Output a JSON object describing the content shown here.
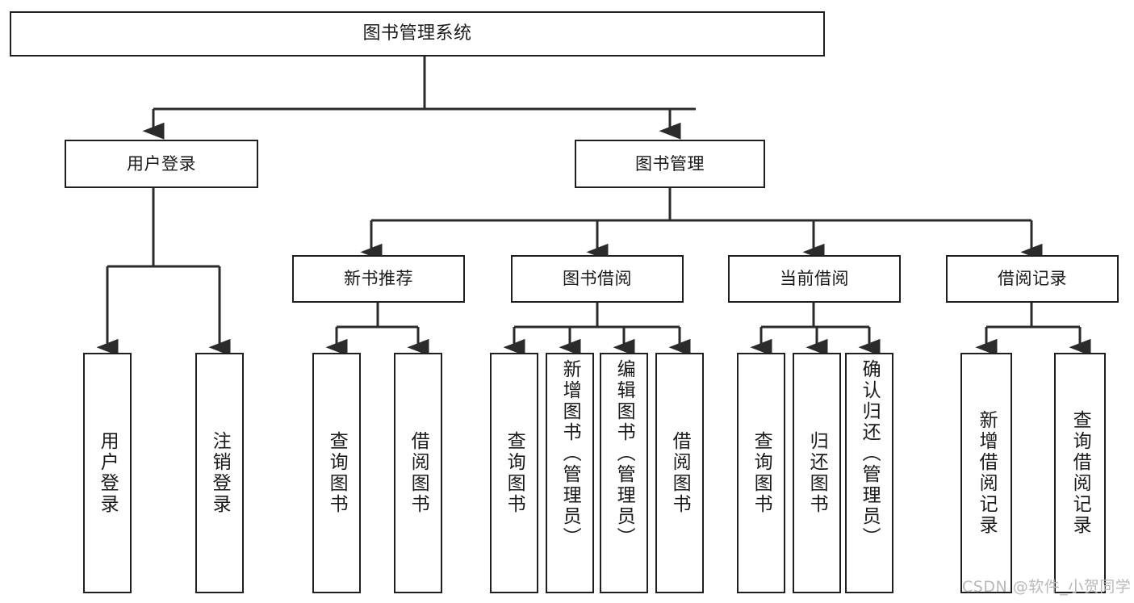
{
  "diagram": {
    "title": "图书管理系统",
    "type": "functional-hierarchy-tree",
    "stroke_color": "#1f1f1f",
    "fill_color": "#ffffff",
    "watermark": "CSDN @软件_小贺同学"
  },
  "nodes": {
    "root": {
      "label": "图书管理系统"
    },
    "level2": [
      {
        "id": "user-login",
        "label": "用户登录"
      },
      {
        "id": "book-management",
        "label": "图书管理"
      }
    ],
    "level3": [
      {
        "id": "new-book-recommend",
        "label": "新书推荐"
      },
      {
        "id": "book-borrow",
        "label": "图书借阅"
      },
      {
        "id": "current-borrow",
        "label": "当前借阅"
      },
      {
        "id": "borrow-record",
        "label": "借阅记录"
      }
    ],
    "leaves": {
      "user_login": [
        {
          "id": "leaf-user-login",
          "label": "用户登录"
        },
        {
          "id": "leaf-logout-login",
          "label": "注销登录"
        }
      ],
      "new_book_recommend": [
        {
          "id": "leaf-query-book-1",
          "label": "查询图书"
        },
        {
          "id": "leaf-borrow-book-1",
          "label": "借阅图书"
        }
      ],
      "book_borrow": [
        {
          "id": "leaf-query-book-2",
          "label": "查询图书"
        },
        {
          "id": "leaf-add-book",
          "label": "新增图书（管理员）"
        },
        {
          "id": "leaf-edit-book",
          "label": "编辑图书（管理员）"
        },
        {
          "id": "leaf-borrow-book-2",
          "label": "借阅图书"
        }
      ],
      "current_borrow": [
        {
          "id": "leaf-query-book-3",
          "label": "查询图书"
        },
        {
          "id": "leaf-return-book",
          "label": "归还图书"
        },
        {
          "id": "leaf-confirm-return",
          "label": "确认归还（管理员）"
        }
      ],
      "borrow_record": [
        {
          "id": "leaf-add-borrow-record",
          "label": "新增借阅记录"
        },
        {
          "id": "leaf-query-borrow-record",
          "label": "查询借阅记录"
        }
      ]
    }
  }
}
